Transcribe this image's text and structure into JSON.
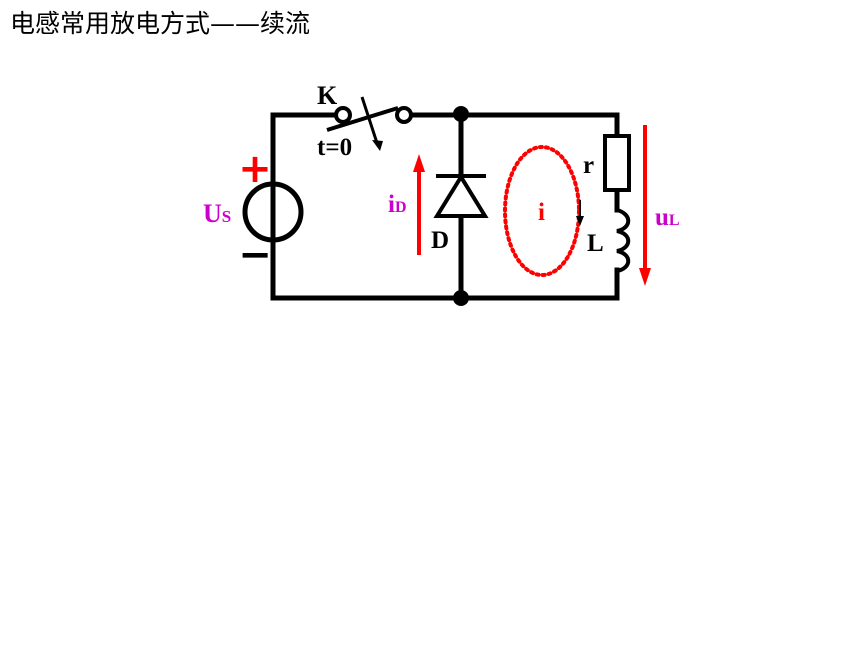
{
  "title": "电感常用放电方式——续流",
  "circuit": {
    "switch": {
      "name": "K",
      "time": "t=0"
    },
    "source": {
      "main": "U",
      "sub": "S",
      "plus": "+",
      "minus": "−"
    },
    "diode": {
      "label": "D",
      "current_main": "i",
      "current_sub": "D"
    },
    "loop_current": "i",
    "resistor": "r",
    "inductor": "L",
    "voltage": {
      "main": "u",
      "sub": "L"
    }
  },
  "colors": {
    "wire": "#000000",
    "red": "#ff0000",
    "magenta": "#cc00cc"
  }
}
